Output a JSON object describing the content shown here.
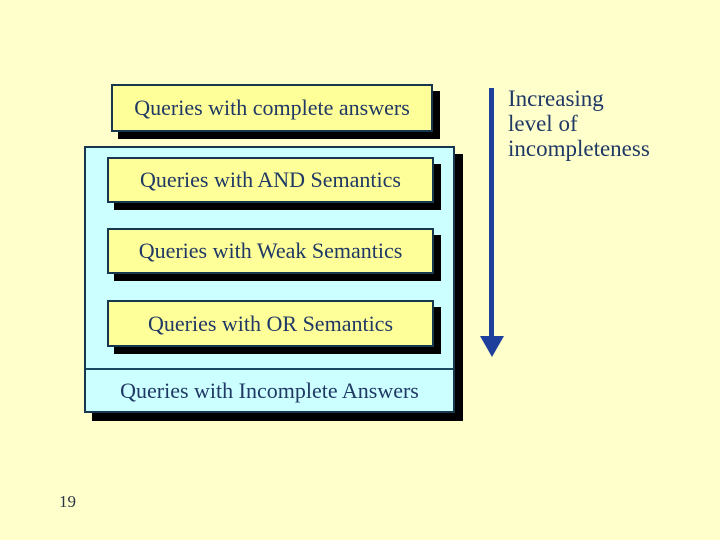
{
  "slide": {
    "page_number": "19",
    "background_color": "#FFFFCC"
  },
  "boxes": {
    "complete": {
      "label": "Queries with complete answers"
    },
    "and": {
      "label": "Queries with AND Semantics"
    },
    "weak": {
      "label": "Queries with Weak Semantics"
    },
    "or": {
      "label": "Queries with OR Semantics"
    },
    "incomplete": {
      "label": "Queries with Incomplete Answers"
    }
  },
  "arrow": {
    "caption_lines": [
      "Increasing",
      "level of",
      "incompleteness"
    ],
    "color": "#1E3F9C",
    "direction": "down"
  },
  "colors": {
    "background": "#FFFFCC",
    "yellow_box_fill": "#FFFF99",
    "cyan_box_fill": "#CCFFFF",
    "box_border": "#16374E",
    "text": "#1F3864",
    "shadow": "#000000"
  }
}
